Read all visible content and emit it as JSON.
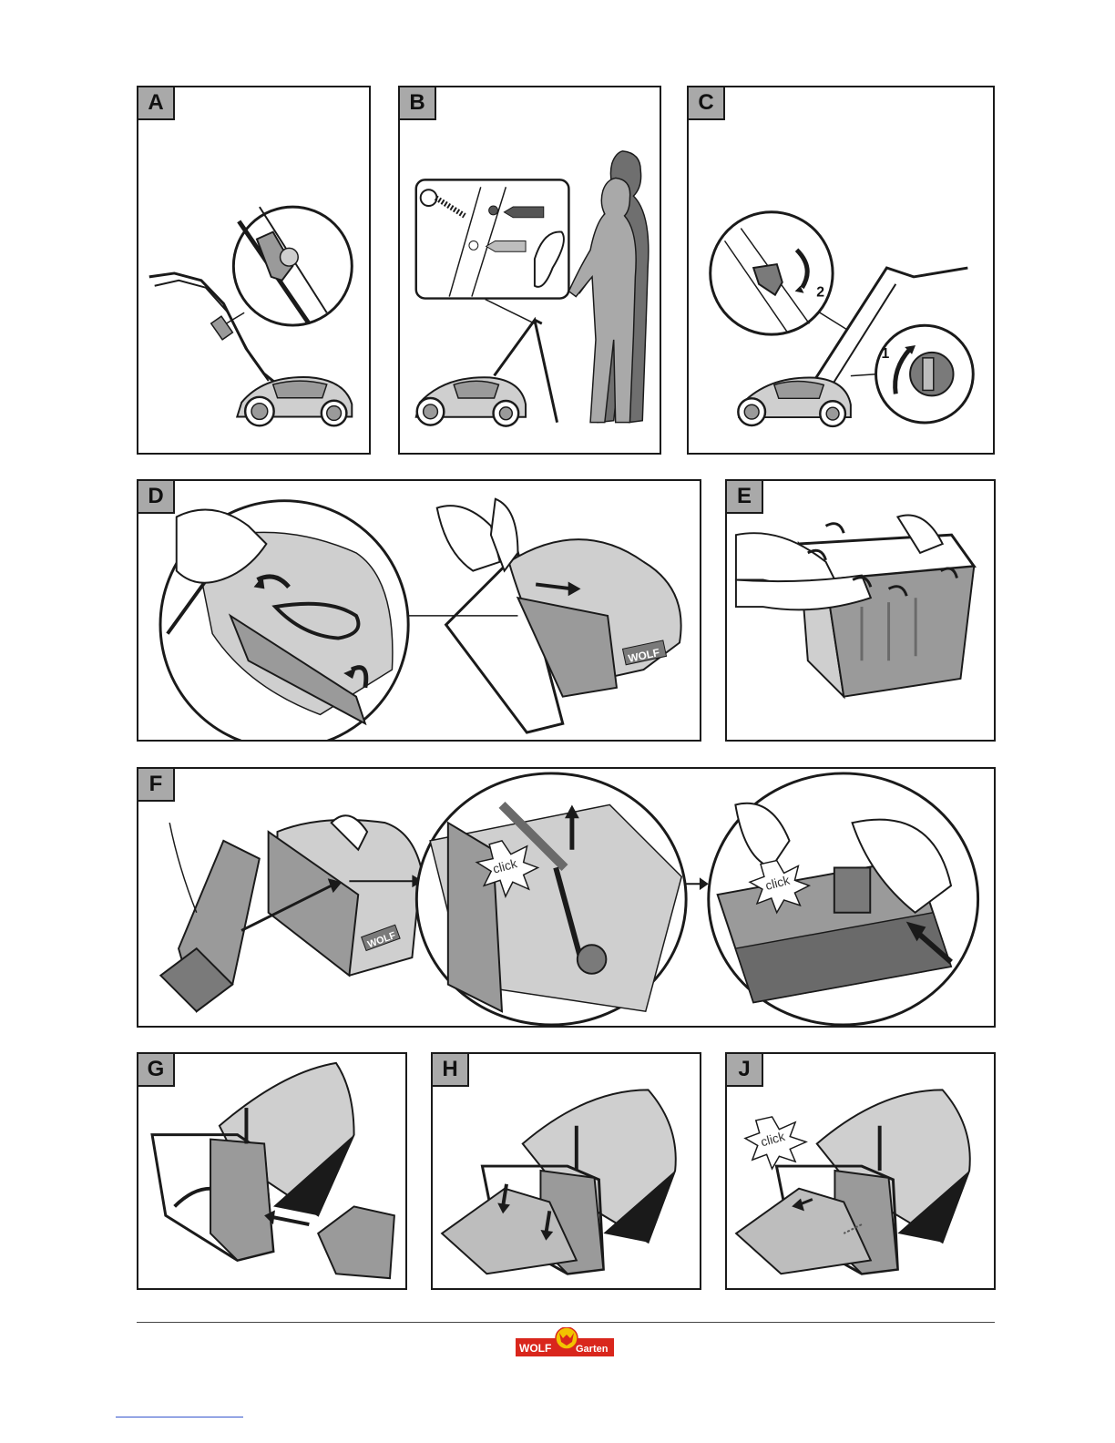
{
  "panels": {
    "a": {
      "label": "A"
    },
    "b": {
      "label": "B"
    },
    "c": {
      "label": "C",
      "step1": "1",
      "step2": "2"
    },
    "d": {
      "label": "D",
      "brand": "WOLF"
    },
    "e": {
      "label": "E"
    },
    "f": {
      "label": "F",
      "click1": "click",
      "click2": "click",
      "brand": "WOLF"
    },
    "g": {
      "label": "G"
    },
    "h": {
      "label": "H"
    },
    "j": {
      "label": "J",
      "click": "click"
    }
  },
  "logo": {
    "left": "WOLF",
    "right": "Garten",
    "bg_color": "#d9261c",
    "text_color": "#ffffff",
    "accent_color": "#f2c300"
  },
  "colors": {
    "line": "#1a1a1a",
    "fill_grey": "#9a9a9a",
    "light_grey": "#cfcfcf",
    "label_bg": "#a9a9a9"
  }
}
